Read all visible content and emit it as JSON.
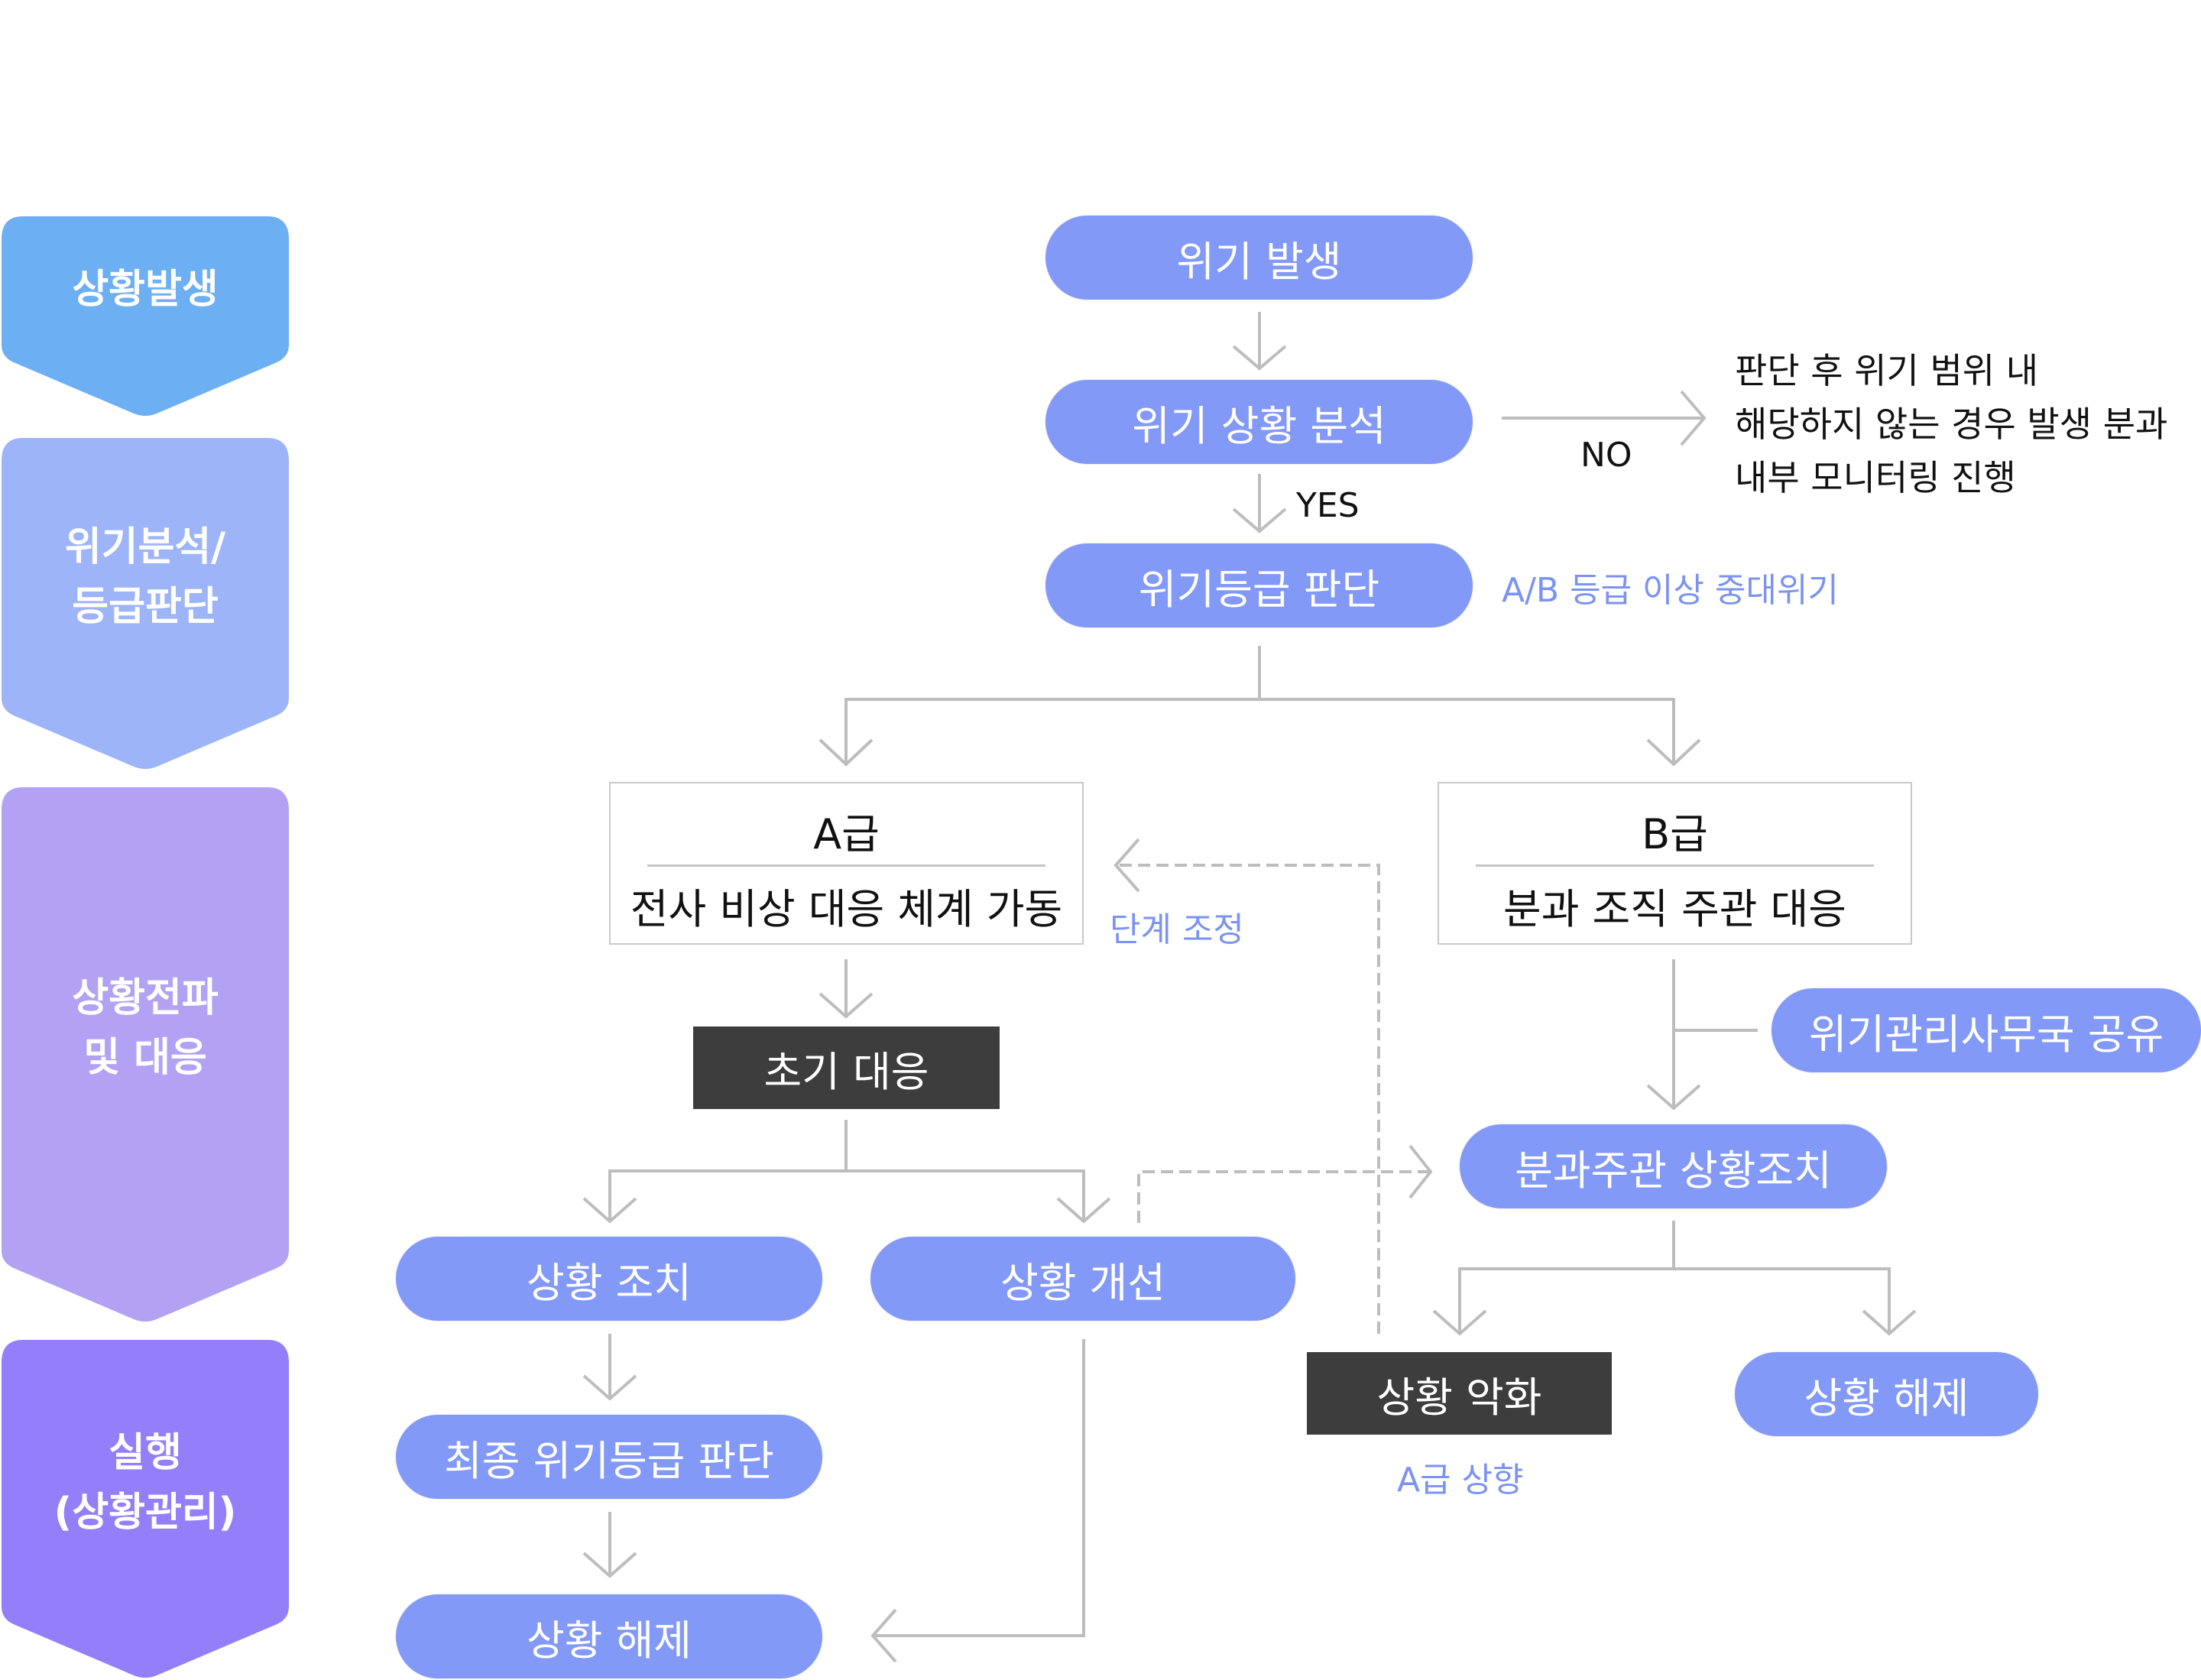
{
  "stages": [
    {
      "label": "상황발생",
      "color": "#6DAFF3"
    },
    {
      "label": "위기분석/\n등급판단",
      "color": "#9DB4F8"
    },
    {
      "label": "상황전파\n및 대응",
      "color": "#B3A2F3"
    },
    {
      "label": "실행\n(상황관리)",
      "color": "#947EFA"
    }
  ],
  "flow": {
    "crisis_occurs": "위기 발생",
    "situation_analysis": "위기 상황 분석",
    "grade_judgment": "위기등급 판단",
    "yes_label": "YES",
    "no_label": "NO",
    "no_outcome": "판단 후 위기 범위 내\n해당하지 않는 경우 발생 분과\n내부 모니터링 진행",
    "grade_note": "A/B 등급 이상 중대위기",
    "grade_a": {
      "title": "A급",
      "desc": "전사 비상 대응 체계 가동"
    },
    "grade_b": {
      "title": "B급",
      "desc": "분과 조직 주관 대응"
    },
    "step_adjust_note": "단계 조정",
    "initial_response": "초기 대응",
    "share_office": "위기관리사무국 공유",
    "division_action": "분과주관 상황조치",
    "situation_action": "상황 조치",
    "situation_improve": "상황 개선",
    "situation_worsen": "상황 악화",
    "escalate_note": "A급 상향",
    "situation_clear_right": "상황 해제",
    "final_grade_judgment": "최종 위기등급 판단",
    "situation_clear_left": "상황 해제"
  },
  "colors": {
    "pill": "#8399F7",
    "dark_box": "#3D3D3D",
    "annotation": "#7B93F1",
    "connector": "#BDBDBD"
  }
}
